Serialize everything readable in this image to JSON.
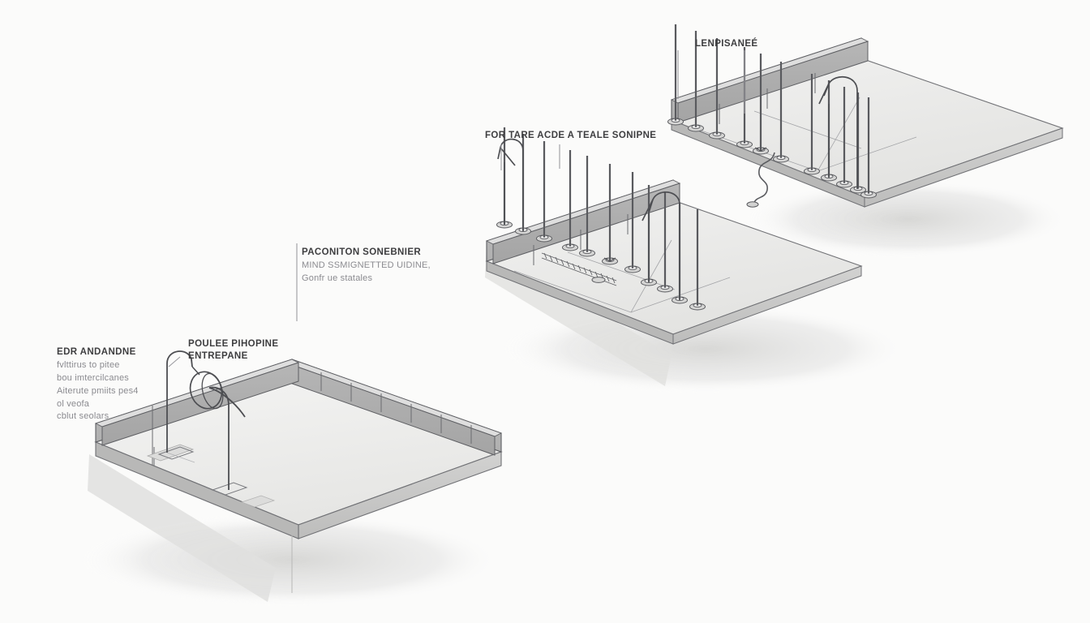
{
  "document": {
    "title": "Isometric Platform Assembly Diagram",
    "kind": "isometric-technical-drawing",
    "background_color": "#fbfbfa"
  },
  "palette": {
    "outline": "#55565a",
    "outline_light": "#8d8e92",
    "deck_top": "#efefee",
    "deck_top_far": "#e9e9e7",
    "wall_face": "#b9b9b9",
    "wall_face_dark": "#ababab",
    "wall_cap": "#dcdcdb",
    "fascia": "#c9c9c8",
    "fascia_dark": "#b2b2b1",
    "shadow": "#d7d7d5",
    "text_heading": "#3e3e40",
    "text_body": "#8b8b90",
    "leader": "#9a9a9e",
    "post": "#4d4e52"
  },
  "annotations": [
    {
      "id": "annotation-lower-left",
      "title": "EDR ANDANDNE",
      "lines": [
        "fvlttirus to pitee",
        "bou imtercilcanes",
        "Aiterute pmiits pes4",
        "ol veofa",
        "cblut seolars"
      ]
    },
    {
      "id": "annotation-pulley",
      "title": "POULEE PIHOPINE",
      "lines": [
        "ENTREPANE"
      ]
    },
    {
      "id": "annotation-middle-deck",
      "title": "PACONITON SONEBNIER",
      "lines": [
        "MIND SSMIGNETTED UIDINE,",
        "Gonfr ue statales"
      ]
    },
    {
      "id": "annotation-upper-middle",
      "title": "FOR TARE ACDE A TEALE SONIPNE",
      "lines": []
    },
    {
      "id": "annotation-upper-right",
      "title": "LENPISANEÉ",
      "lines": []
    }
  ],
  "platforms": [
    {
      "id": "platform-lower-left",
      "label": "lower-left deck",
      "post_count": 2,
      "wall_segments": 7,
      "has_parapet": true
    },
    {
      "id": "platform-middle",
      "label": "middle deck",
      "post_count": 11,
      "wall_segments": 4,
      "has_parapet": true
    },
    {
      "id": "platform-upper-right",
      "label": "upper-right deck",
      "post_count": 11,
      "wall_segments": 4,
      "has_parapet": true
    }
  ],
  "components": {
    "post_label": "vertical post with circular base",
    "hook_label": "hooked standpipe",
    "pulley_label": "pulley reel assembly",
    "hose_label": "flexible hose loop",
    "coil_label": "coiled conduit run",
    "base_plate_label": "square base plate",
    "floor_patch_label": "floor access patch"
  },
  "view": {
    "projection": "isometric",
    "scale_label": "NTS"
  }
}
